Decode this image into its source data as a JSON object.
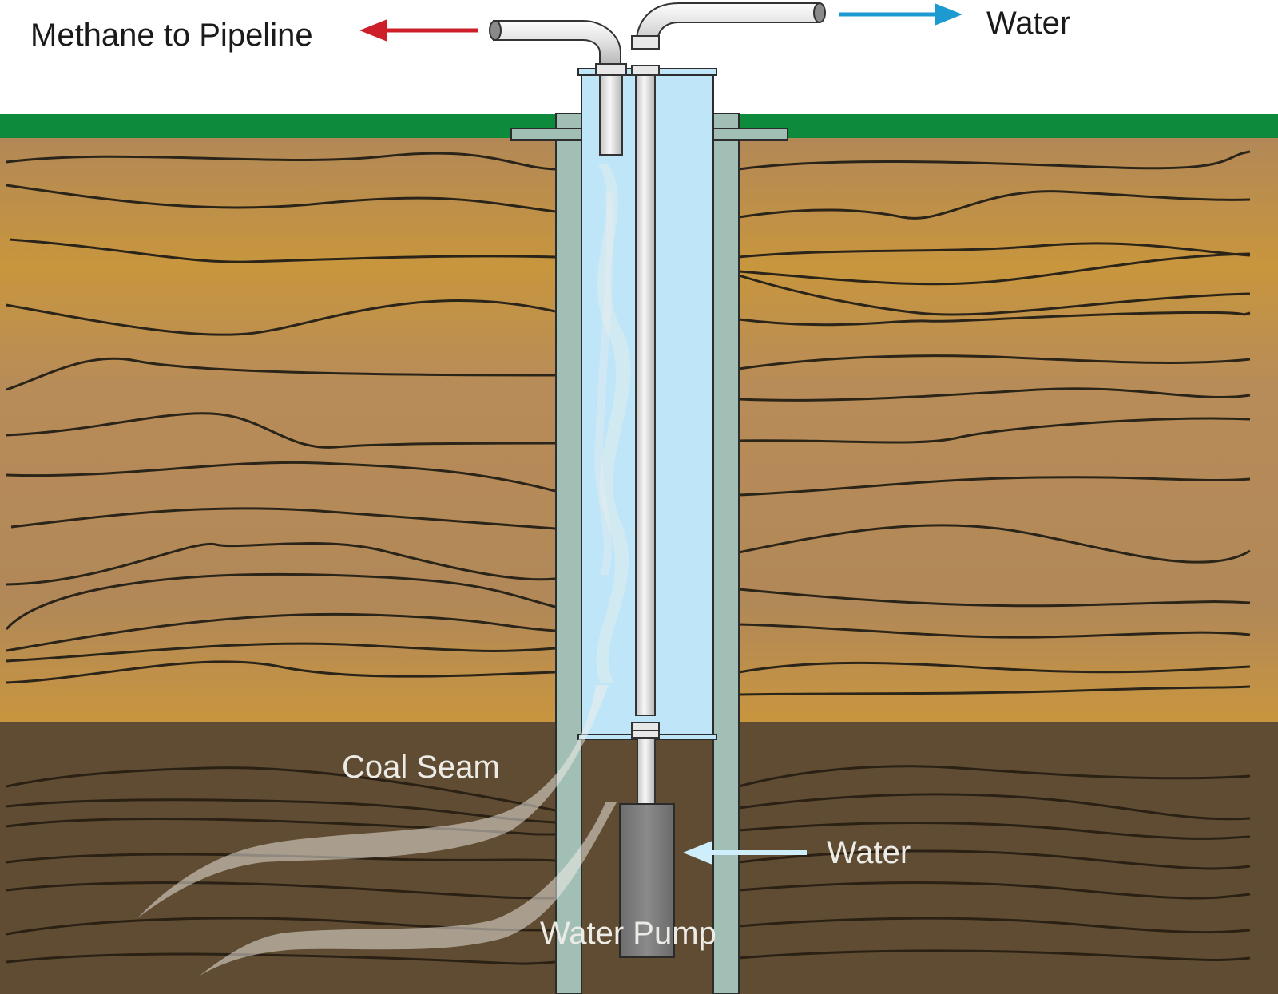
{
  "labels": {
    "methane": "Methane to Pipeline",
    "water_out": "Water",
    "coal_seam": "Coal Seam",
    "water_in": "Water",
    "pump": "Water Pump"
  },
  "colors": {
    "ground_surface": "#0e8a3c",
    "upper_strata": "#b48a58",
    "coal_seam": "#5f4c33",
    "stratum_line": "#2b2418",
    "casing": "#a2bfb6",
    "wellbore_fluid": "#bfe6f8",
    "pipe": "#e8e8e8",
    "pump": "#7c7c7c",
    "methane_arrow": "#cc1f2a",
    "water_out_arrow": "#1d9bd1",
    "water_in_arrow": "#cfeefb",
    "methane_plume": "#f4f0e8"
  },
  "icons": {
    "methane_arrow": "arrow-left-icon",
    "water_out_arrow": "arrow-right-icon",
    "water_in_arrow": "arrow-left-icon"
  }
}
